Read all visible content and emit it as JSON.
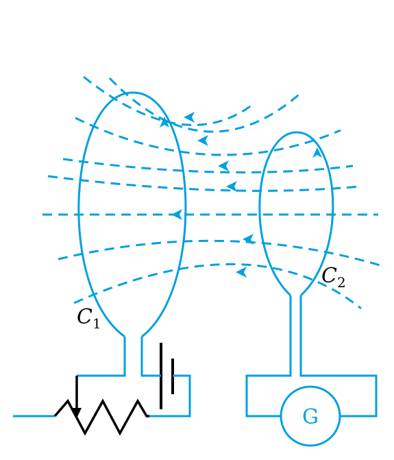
{
  "colors": {
    "accent": "#00a0e0",
    "wire": "#000000"
  },
  "labels": {
    "coil1": {
      "letter": "C",
      "sub": "1"
    },
    "coil2": {
      "letter": "C",
      "sub": "2"
    },
    "galvanometer": "G"
  }
}
